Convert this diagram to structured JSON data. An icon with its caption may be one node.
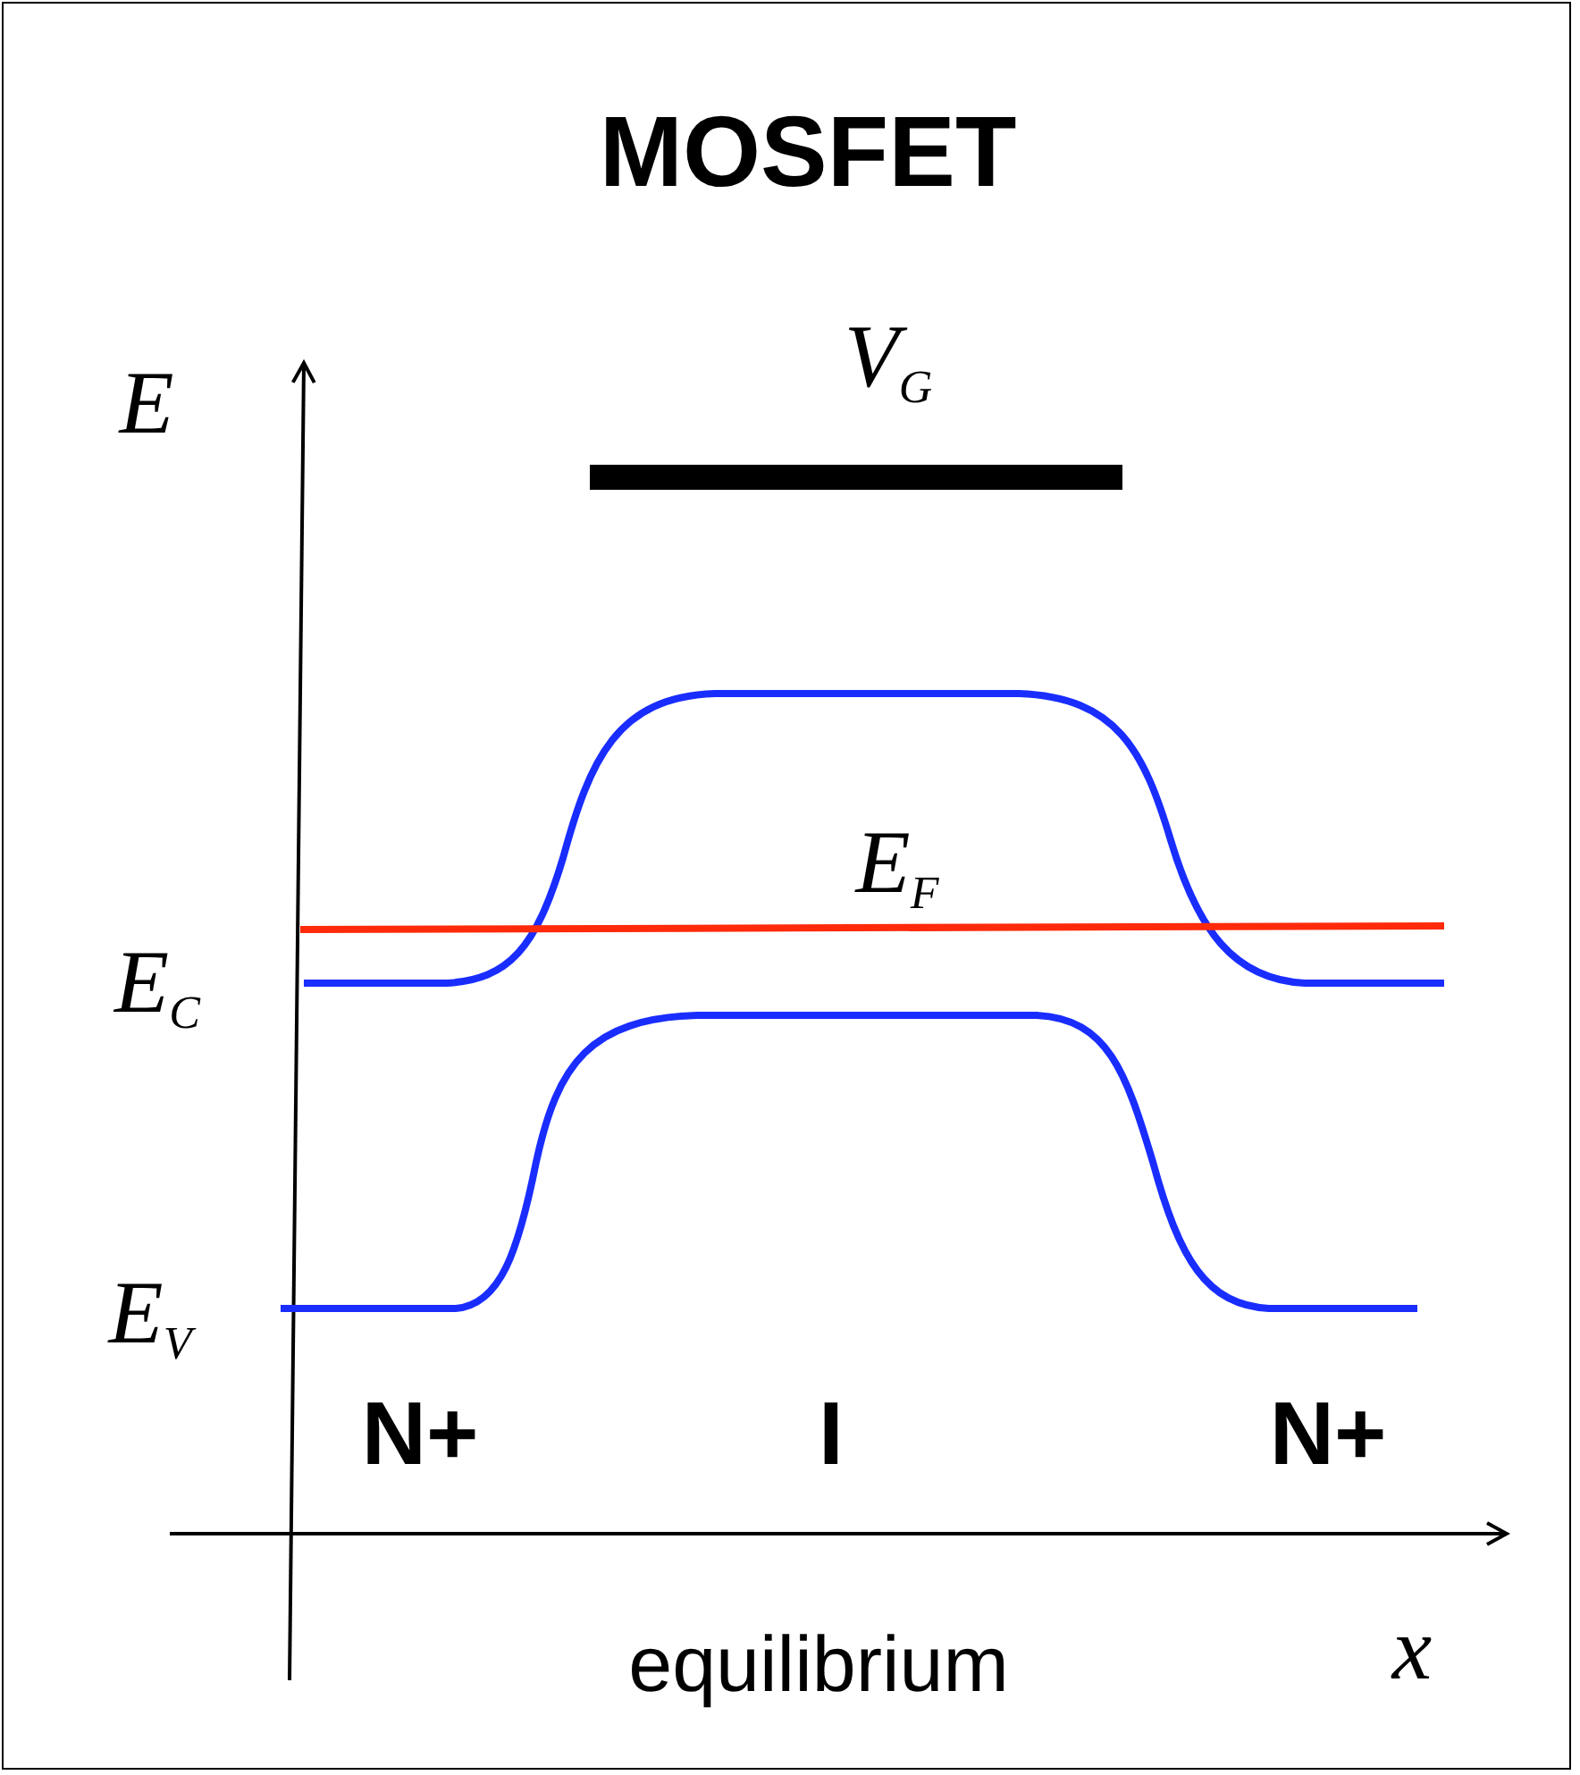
{
  "diagram": {
    "title": "MOSFET",
    "nodes": [
      {
        "text": [],
        "shape": "bar"
      }
    ],
    "labels": [
      "E",
      "V$_{G}$",
      "E$_{F}$",
      "E$_{C}$",
      "E$_{V}$",
      "N+",
      "I",
      "N+",
      "x",
      "equilibrium"
    ]
  }
}
